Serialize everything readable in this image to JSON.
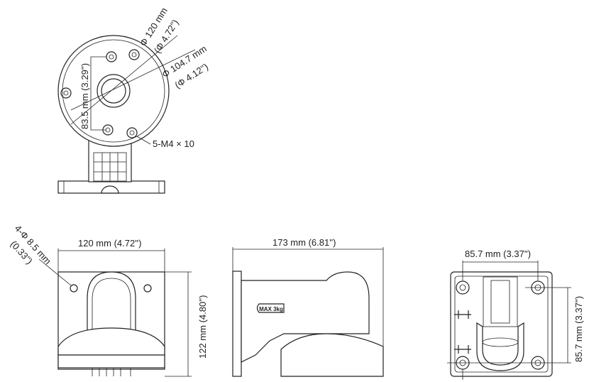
{
  "top_view": {
    "outer_diameter": "Φ 120 mm",
    "outer_diameter_in": "(Φ 4.72'')",
    "inner_diameter": "Φ 104.7 mm",
    "inner_diameter_in": "(Φ 4.12'')",
    "hole_spacing": "83.5 mm (3.29'')",
    "screws": "5-M4 × 10"
  },
  "front_view": {
    "width": "120 mm (4.72'')",
    "height": "122 mm (4.80'')",
    "holes": "4-Φ 8.5 mm",
    "holes_in": "(0.33'')"
  },
  "side_view": {
    "length": "173 mm (6.81'')",
    "badge": "MAX 3kg"
  },
  "bottom_view": {
    "horizontal_spacing": "85.7 mm (3.37'')",
    "vertical_spacing": "85.7 mm (3.37'')"
  }
}
